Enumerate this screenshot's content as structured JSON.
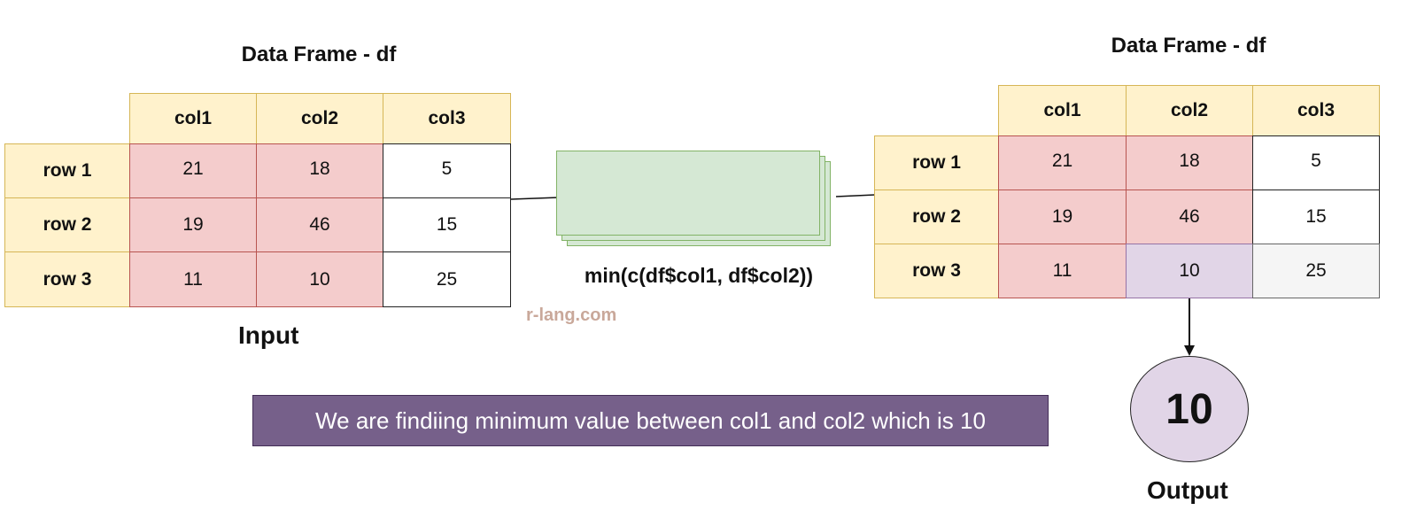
{
  "left": {
    "title": "Data Frame - df",
    "caption": "Input",
    "columns": [
      "col1",
      "col2",
      "col3"
    ],
    "rows": [
      {
        "label": "row 1",
        "values": [
          "21",
          "18",
          "5"
        ]
      },
      {
        "label": "row 2",
        "values": [
          "19",
          "46",
          "15"
        ]
      },
      {
        "label": "row 3",
        "values": [
          "11",
          "10",
          "25"
        ]
      }
    ]
  },
  "right": {
    "title": "Data Frame - df",
    "columns": [
      "col1",
      "col2",
      "col3"
    ],
    "rows": [
      {
        "label": "row 1",
        "values": [
          "21",
          "18",
          "5"
        ]
      },
      {
        "label": "row 2",
        "values": [
          "19",
          "46",
          "15"
        ]
      },
      {
        "label": "row 3",
        "values": [
          "11",
          "10",
          "25"
        ]
      }
    ]
  },
  "function_label": "min(c(df$col1, df$col2))",
  "watermark": "r-lang.com",
  "note": "We are findiing minimum value between col1 and col2 which is 10",
  "output": {
    "value": "10",
    "label": "Output"
  },
  "colors": {
    "header_fill": "#fff2cc",
    "selected_fill": "#f4cccc",
    "result_fill": "#e1d5e7",
    "process_fill": "#d5e8d4",
    "note_fill": "#76608a"
  }
}
